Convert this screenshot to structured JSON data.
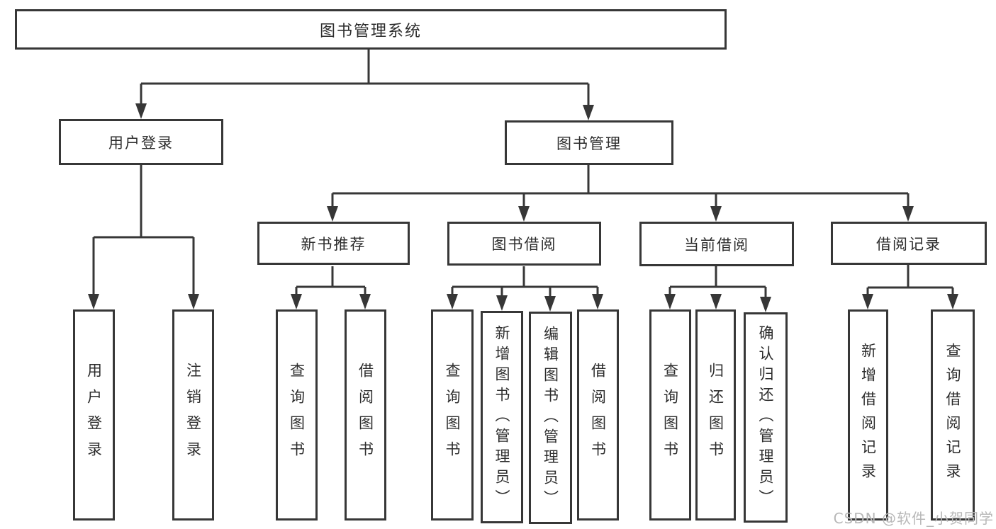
{
  "root": {
    "label": "图书管理系统"
  },
  "branches": [
    {
      "label": "用户登录",
      "children": [
        {
          "label": "用户登录"
        },
        {
          "label": "注销登录"
        }
      ]
    },
    {
      "label": "图书管理",
      "children": [
        {
          "label": "新书推荐",
          "children": [
            {
              "label": "查询图书"
            },
            {
              "label": "借阅图书"
            }
          ]
        },
        {
          "label": "图书借阅",
          "children": [
            {
              "label": "查询图书"
            },
            {
              "label": "新增图书（管理员）"
            },
            {
              "label": "编辑图书（管理员）"
            },
            {
              "label": "借阅图书"
            }
          ]
        },
        {
          "label": "当前借阅",
          "children": [
            {
              "label": "查询图书"
            },
            {
              "label": "归还图书"
            },
            {
              "label": "确认归还（管理员）"
            }
          ]
        },
        {
          "label": "借阅记录",
          "children": [
            {
              "label": "新增借阅记录"
            },
            {
              "label": "查询借阅记录"
            }
          ]
        }
      ]
    }
  ],
  "watermark": "CSDN @软件_小贺同学",
  "colors": {
    "line": "#373737",
    "text": "#2c2c2c",
    "watermark": "#b8b8b8",
    "background": "#ffffff"
  }
}
